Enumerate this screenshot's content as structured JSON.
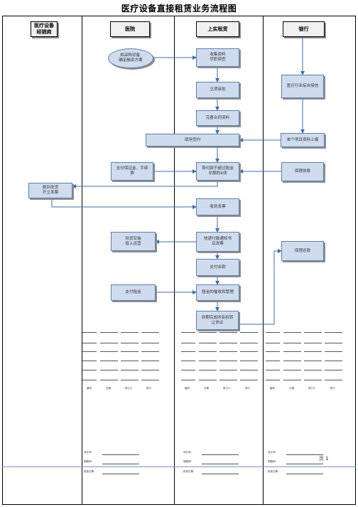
{
  "title": "医疗设备直接租赁业务流程图",
  "lanes": [
    {
      "id": "dealer",
      "label": "医疗设备\n经销商"
    },
    {
      "id": "hospital",
      "label": "医院"
    },
    {
      "id": "lessor",
      "label": "上实租赁"
    },
    {
      "id": "bank",
      "label": "银行"
    }
  ],
  "nodes": {
    "n_start": "拟采购设备,\n确定融资方案",
    "n_collect": "收集资料\n尽职调查",
    "n_approve": "立项审批",
    "n_contract": "完善合同资料",
    "n_sign": "现场签约",
    "n_pay_deposit": "支付保证金、手续\n费",
    "n_first_pay": "首付款不超过租金\n总额的$成",
    "n_receive_invoice": "款到发货\n开立发票",
    "n_invoice_recv": "收到发票",
    "n_arrival": "到货安装\n投入运营",
    "n_notify": "快递付款通知书\n及发票",
    "n_balance": "支付余款",
    "n_pay_rent": "支付租金",
    "n_manage": "租金的催收和管理",
    "n_transfer": "到期完成所有权转\n让协议",
    "n_credit": "医疗行业综合授信",
    "n_report": "单个项目资料上报",
    "n_bank_loan": "保理放款",
    "n_bank_repay": "保理还款"
  },
  "form": {
    "columns": [
      "编号",
      "日期",
      "修订人",
      "修订"
    ],
    "signatures": [
      "设计师:",
      "制图师:",
      "批准日期:"
    ]
  },
  "page_number": "页 1"
}
